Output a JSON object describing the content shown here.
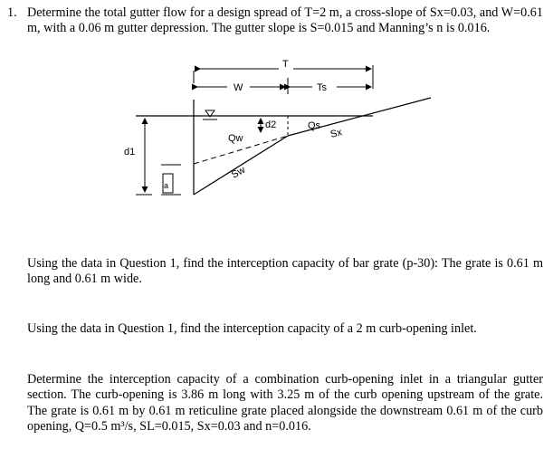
{
  "q1": {
    "number": "1.",
    "text": "Determine the total gutter flow for a design spread of T=2 m, a cross-slope of Sx=0.03, and W=0.61 m, with a 0.06 m gutter depression. The gutter slope is S=0.015 and Manning’s n is 0.016."
  },
  "figure": {
    "label_T": "T",
    "label_W": "W",
    "label_Ts": "Ts",
    "label_Qs": "Qs",
    "label_Sx": "Sx",
    "label_Qw": "Qw",
    "label_d2": "d2",
    "label_d1": "d1",
    "label_Sw": "Sw",
    "label_a": "a"
  },
  "q2": {
    "text": "Using the data in Question 1, find the interception capacity of bar grate (p-30): The grate is 0.61 m long and 0.61 m wide."
  },
  "q3": {
    "text": "Using the data in Question 1, find the interception capacity of a 2 m curb-opening inlet."
  },
  "q4": {
    "text": "Determine the interception capacity of a combination curb-opening inlet in a triangular gutter section. The curb-opening is 3.86 m long with 3.25 m of the curb opening upstream of the grate. The grate is 0.61 m by 0.61 m reticuline grate placed alongside the downstream 0.61 m of the curb opening, Q=0.5 m³/s, SL=0.015, Sx=0.03 and n=0.016."
  }
}
